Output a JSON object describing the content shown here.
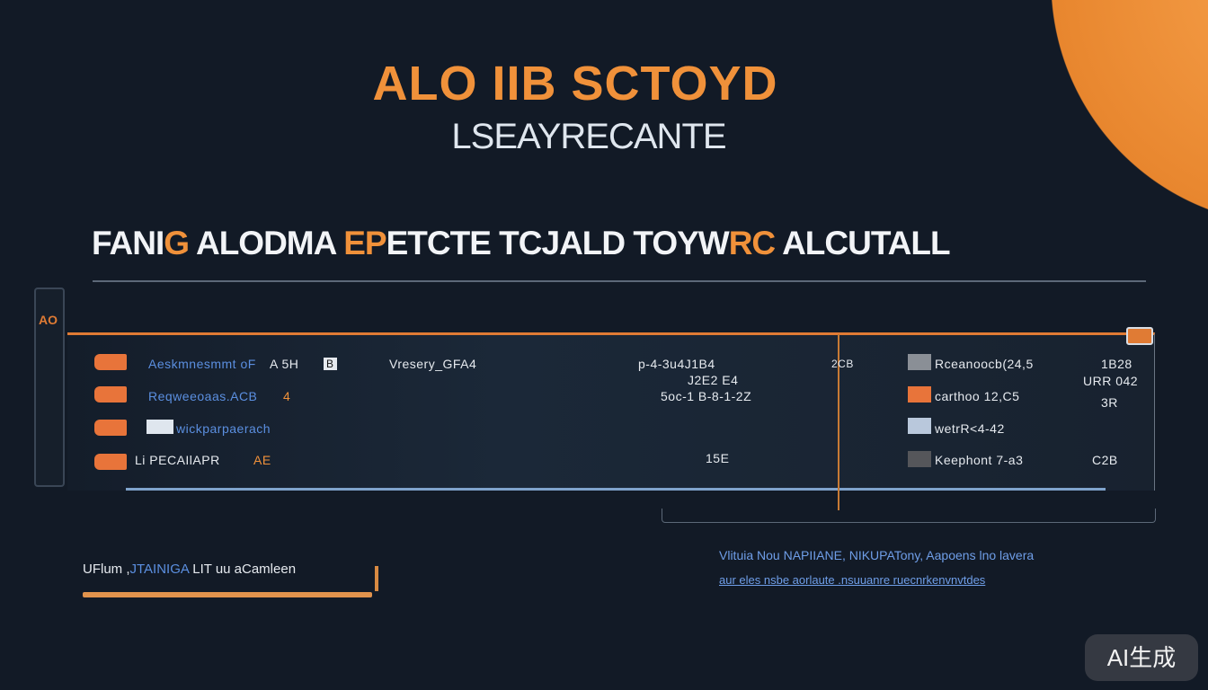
{
  "title": "ALO IIB SCTOYD",
  "subtitle": "LSEAYRECANTE",
  "heading": {
    "part1": "FANI",
    "part1b": "G",
    "part2": " ALODMA ",
    "part3": "EP",
    "part4": "ETCTE  TCJALD TOYW",
    "part5": "RC",
    "part6": " ALCUTALL"
  },
  "side_label": "AO",
  "rows": [
    {
      "name": "Aeskmnesmmt oF",
      "value": "A 5H",
      "tag": "B",
      "mid": "Vresery_GFA4",
      "num": "p-4-3u4J1B4",
      "right": "Rceanoocb(24,5",
      "far": "1B28"
    },
    {
      "name": "Reqweeoaas.ACB",
      "value": "4",
      "tag": "",
      "mid": "",
      "num": "J2E2 E4",
      "right": "carthoo 12,C5",
      "far": "URR 042"
    },
    {
      "name": "wickparpaerach",
      "value": "",
      "tag": "",
      "mid": "",
      "num": "5oc-1  B-8-1-2Z",
      "right": "wetrR<4-42",
      "far": "3R"
    },
    {
      "name": "Li PECAIlAPR",
      "value": "AE",
      "tag": "",
      "mid": "",
      "num": "15E",
      "right": "Keephont 7-a3",
      "far": "C2B"
    }
  ],
  "col_label": "2CB",
  "bottom_left": {
    "pre": "UFlum ,",
    "highlight": "JTAINIGA",
    "post": " LIT  uu aCamleen"
  },
  "bottom_right": {
    "line1": "Vlituia Nou NAPIIANE, NIKUPATony, Aapoens lno lavera",
    "line2": "aur eles nsbe aorlaute .nsuuanre ruecnrkenvnvtdes"
  },
  "badge": "AI生成",
  "colors": {
    "bg": "#121a26",
    "accent": "#f0913a",
    "blue": "#5b8fe0"
  }
}
